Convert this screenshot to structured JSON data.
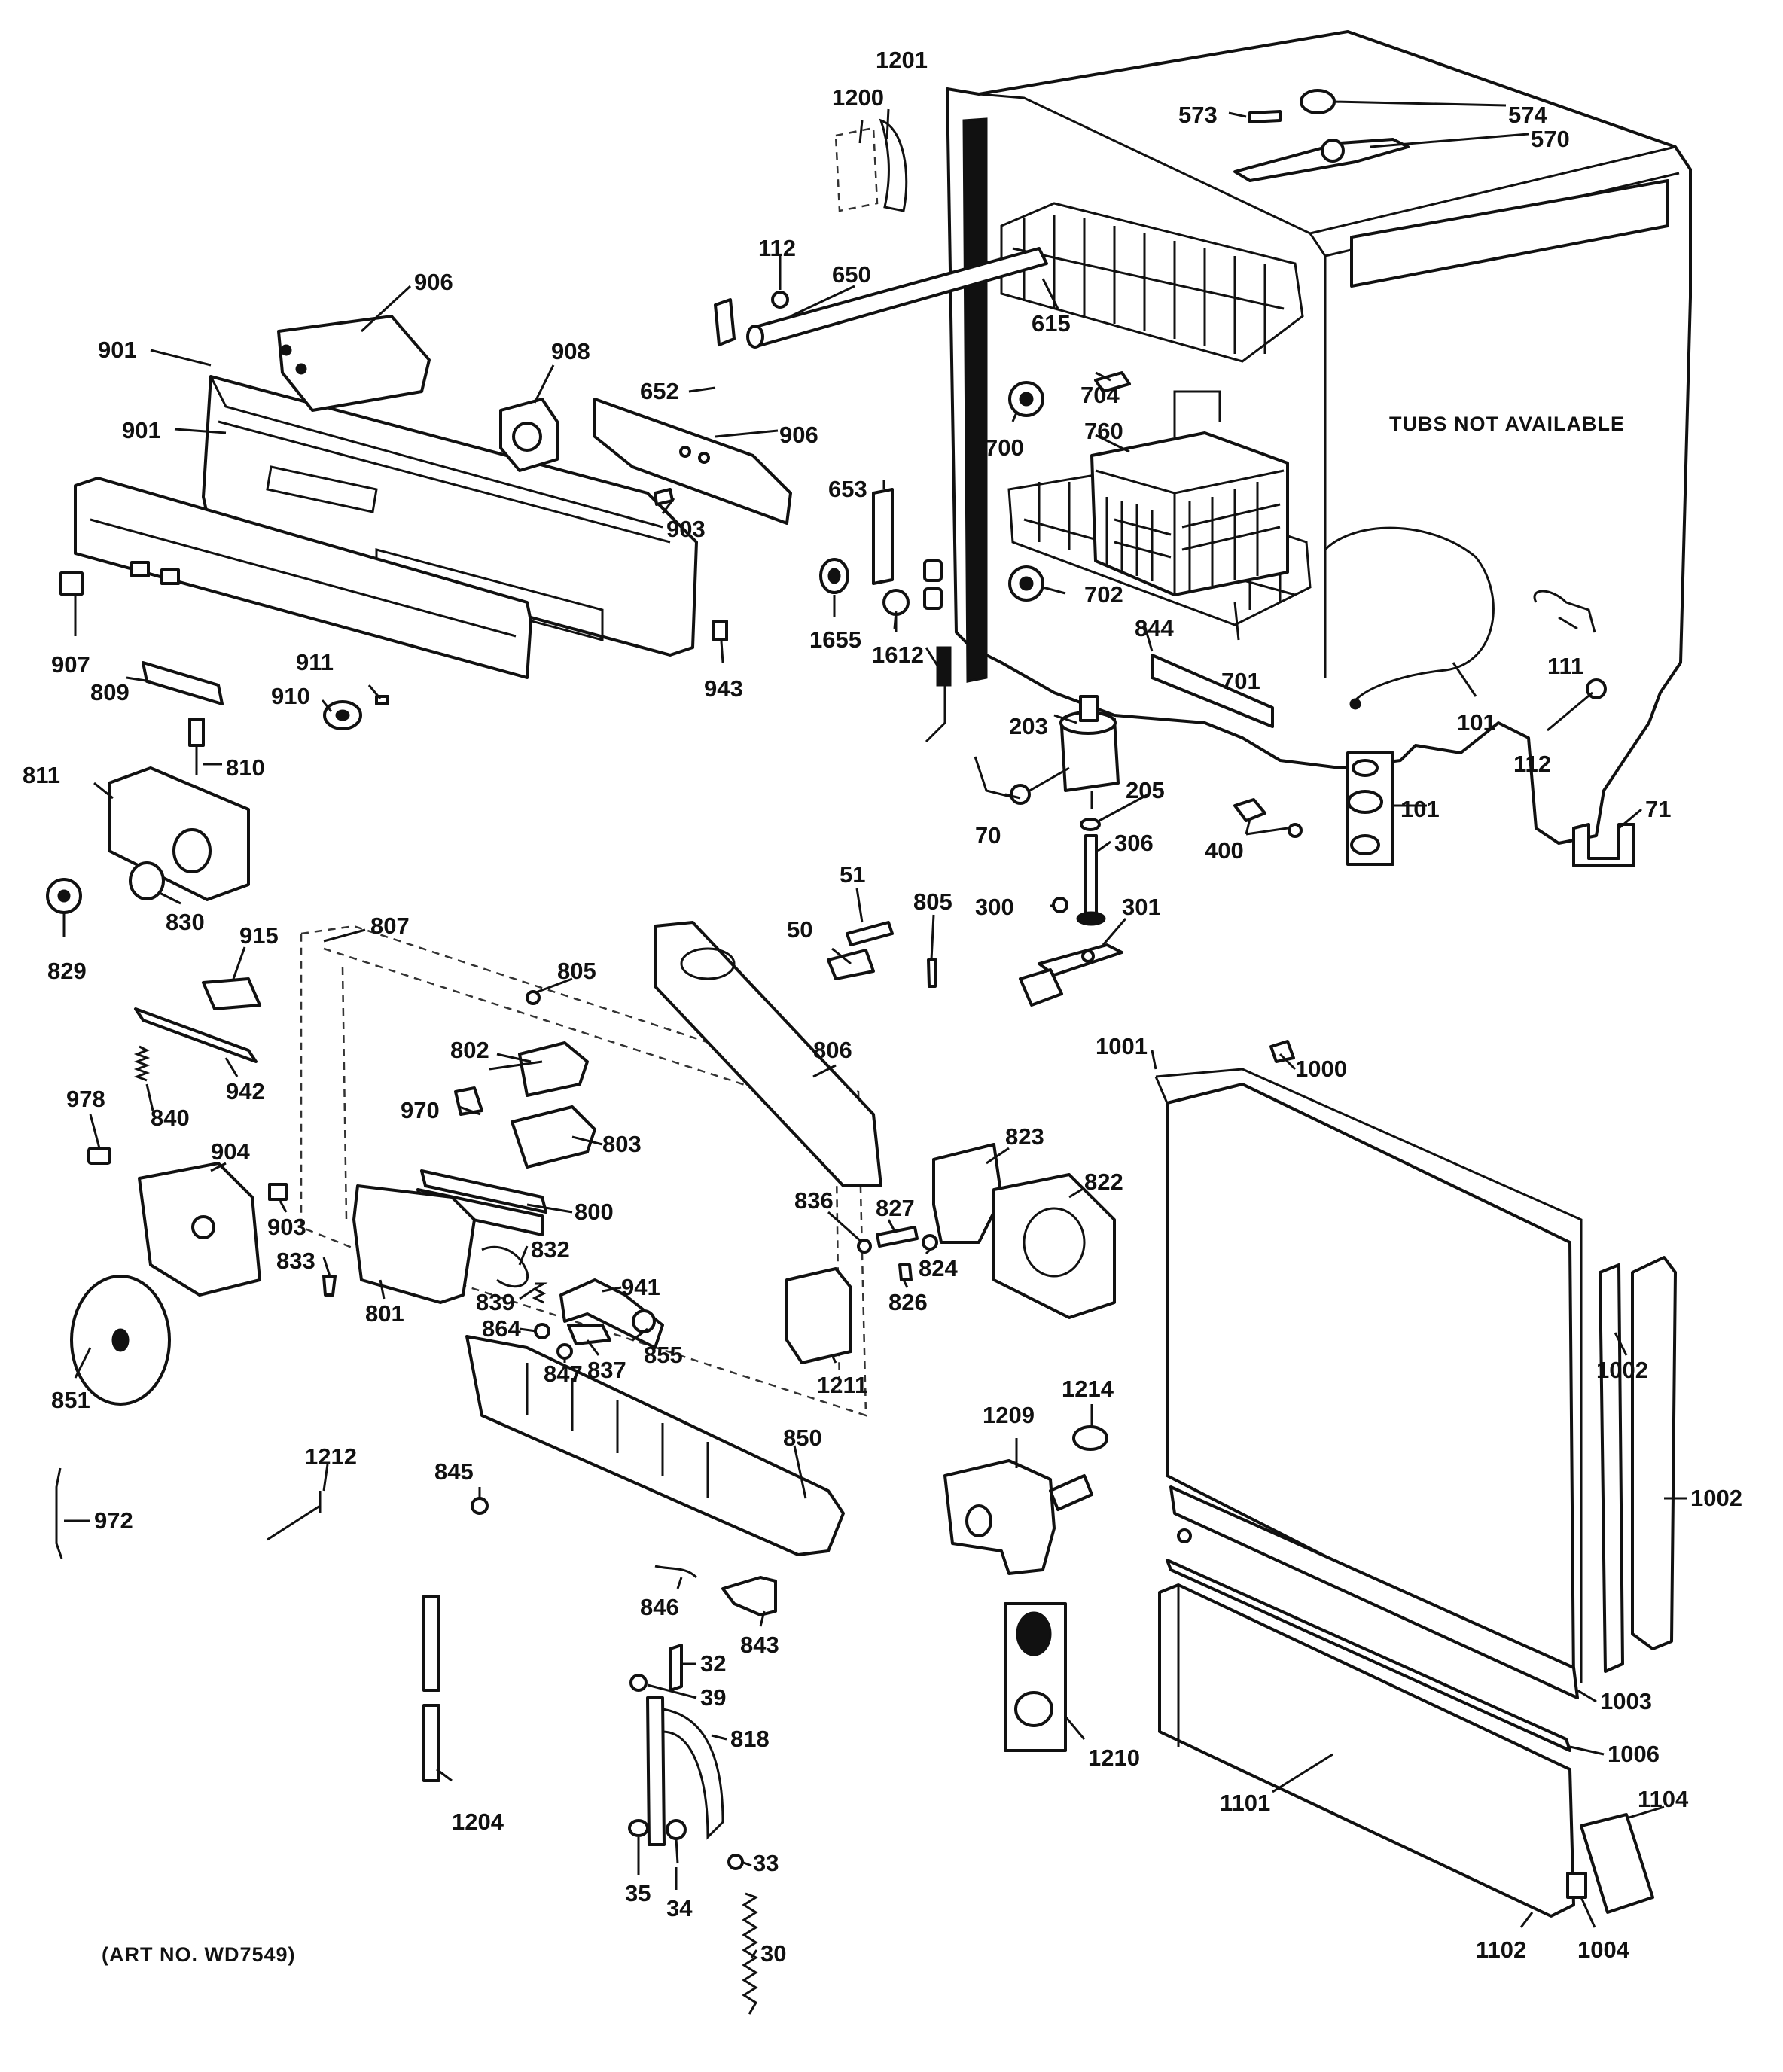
{
  "note_text": "TUBS NOT AVAILABLE",
  "art_number": "(ART NO. WD7549)",
  "callouts": [
    {
      "label": "1201"
    },
    {
      "label": "1200"
    },
    {
      "label": "573"
    },
    {
      "label": "574"
    },
    {
      "label": "570"
    },
    {
      "label": "112"
    },
    {
      "label": "650"
    },
    {
      "label": "906"
    },
    {
      "label": "901"
    },
    {
      "label": "908"
    },
    {
      "label": "615"
    },
    {
      "label": "652"
    },
    {
      "label": "704"
    },
    {
      "label": "901"
    },
    {
      "label": "906"
    },
    {
      "label": "700"
    },
    {
      "label": "760"
    },
    {
      "label": "653"
    },
    {
      "label": "903"
    },
    {
      "label": "1655"
    },
    {
      "label": "1612"
    },
    {
      "label": "702"
    },
    {
      "label": "844"
    },
    {
      "label": "701"
    },
    {
      "label": "907"
    },
    {
      "label": "943"
    },
    {
      "label": "911"
    },
    {
      "label": "910"
    },
    {
      "label": "809"
    },
    {
      "label": "111"
    },
    {
      "label": "101"
    },
    {
      "label": "112"
    },
    {
      "label": "810"
    },
    {
      "label": "811"
    },
    {
      "label": "203"
    },
    {
      "label": "205"
    },
    {
      "label": "70"
    },
    {
      "label": "101"
    },
    {
      "label": "71"
    },
    {
      "label": "306"
    },
    {
      "label": "400"
    },
    {
      "label": "830"
    },
    {
      "label": "51"
    },
    {
      "label": "805"
    },
    {
      "label": "300"
    },
    {
      "label": "301"
    },
    {
      "label": "50"
    },
    {
      "label": "829"
    },
    {
      "label": "807"
    },
    {
      "label": "915"
    },
    {
      "label": "805"
    },
    {
      "label": "806"
    },
    {
      "label": "1001"
    },
    {
      "label": "1000"
    },
    {
      "label": "802"
    },
    {
      "label": "942"
    },
    {
      "label": "978"
    },
    {
      "label": "970"
    },
    {
      "label": "840"
    },
    {
      "label": "803"
    },
    {
      "label": "904"
    },
    {
      "label": "823"
    },
    {
      "label": "822"
    },
    {
      "label": "800"
    },
    {
      "label": "903"
    },
    {
      "label": "836"
    },
    {
      "label": "827"
    },
    {
      "label": "832"
    },
    {
      "label": "833"
    },
    {
      "label": "824"
    },
    {
      "label": "941"
    },
    {
      "label": "839"
    },
    {
      "label": "826"
    },
    {
      "label": "801"
    },
    {
      "label": "864"
    },
    {
      "label": "855"
    },
    {
      "label": "837"
    },
    {
      "label": "847"
    },
    {
      "label": "1211"
    },
    {
      "label": "1002"
    },
    {
      "label": "851"
    },
    {
      "label": "1214"
    },
    {
      "label": "1209"
    },
    {
      "label": "850"
    },
    {
      "label": "1212"
    },
    {
      "label": "1002"
    },
    {
      "label": "845"
    },
    {
      "label": "972"
    },
    {
      "label": "846"
    },
    {
      "label": "843"
    },
    {
      "label": "1003"
    },
    {
      "label": "32"
    },
    {
      "label": "39"
    },
    {
      "label": "1006"
    },
    {
      "label": "818"
    },
    {
      "label": "1210"
    },
    {
      "label": "1204"
    },
    {
      "label": "1104"
    },
    {
      "label": "1101"
    },
    {
      "label": "33"
    },
    {
      "label": "35"
    },
    {
      "label": "34"
    },
    {
      "label": "1102"
    },
    {
      "label": "1004"
    },
    {
      "label": "30"
    }
  ]
}
